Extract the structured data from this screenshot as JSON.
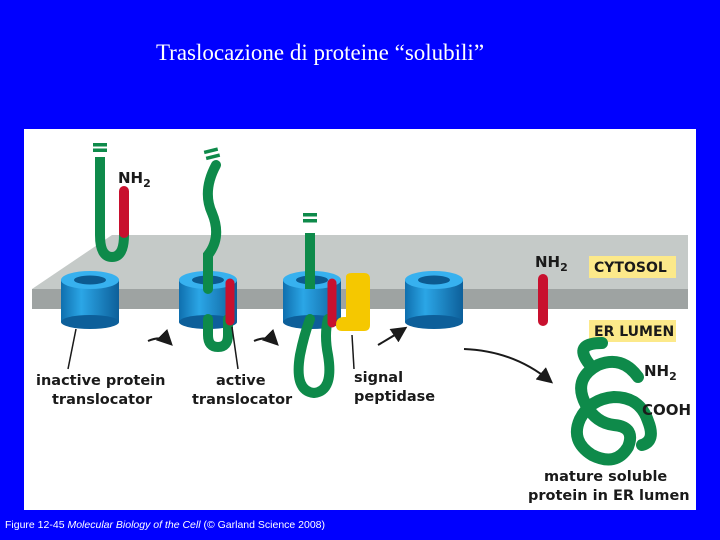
{
  "slide": {
    "title": "Traslocazione di proteine “solubili”",
    "caption": {
      "figure": "Figure 12-45",
      "book": "Molecular Biology of the Cell",
      "credit": "(© Garland Science 2008)"
    }
  },
  "diagram": {
    "labels": {
      "nh2_first": "NH",
      "nh2_first_sub": "2",
      "nh2_second": "NH",
      "nh2_second_sub": "2",
      "nh2_third": "NH",
      "nh2_third_sub": "2",
      "cooh": "COOH",
      "cytosol": "CYTOSOL",
      "er_lumen": "ER LUMEN",
      "inactive_line1": "inactive protein",
      "inactive_line2": "translocator",
      "active_line1": "active",
      "active_line2": "translocator",
      "peptidase_line1": "signal",
      "peptidase_line2": "peptidase",
      "mature_line1": "mature soluble",
      "mature_line2": "protein in ER lumen"
    },
    "colors": {
      "background": "#0000ff",
      "membrane_top": "#c5cac8",
      "membrane_bottom": "#9ea3a2",
      "translocator": "#1e96d8",
      "protein": "#0e8a4a",
      "signal": "#c8102e",
      "peptidase": "#f5c800",
      "tag": "#fce98a"
    }
  }
}
